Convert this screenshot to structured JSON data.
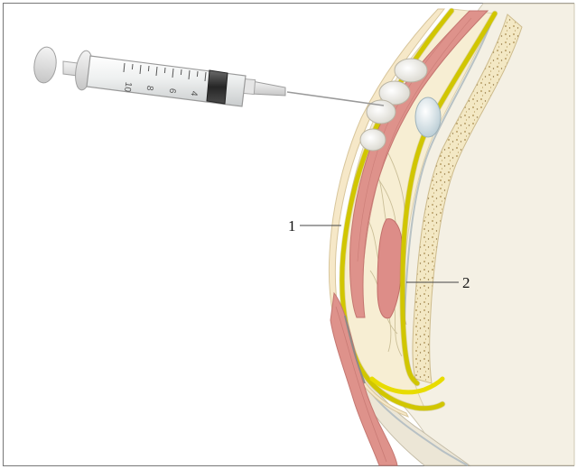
{
  "labels": {
    "layer_1": "1",
    "layer_2": "2"
  },
  "syringe": {
    "scale_numbers": [
      "10",
      "8",
      "6",
      "4"
    ]
  },
  "colors": {
    "fascia_yellow": "#f2e600",
    "muscle_red": "#d98a86",
    "fat_cream": "#f7eed3",
    "bone_speckle": "#efe3bd",
    "frame": "#777777"
  }
}
